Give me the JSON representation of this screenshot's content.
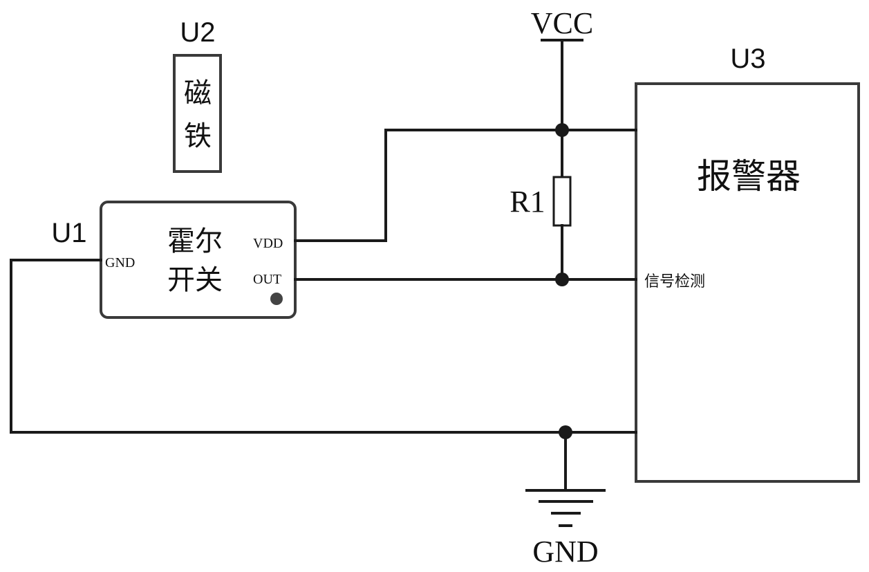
{
  "components": {
    "u1": {
      "ref": "U1",
      "name_line1": "霍尔",
      "name_line2": "开关",
      "pins": {
        "gnd": "GND",
        "vdd": "VDD",
        "out": "OUT"
      }
    },
    "u2": {
      "ref": "U2",
      "char1": "磁",
      "char2": "铁"
    },
    "u3": {
      "ref": "U3",
      "name": "报警器",
      "pin_signal": "信号检测"
    },
    "r1": {
      "ref": "R1"
    }
  },
  "nets": {
    "vcc": "VCC",
    "gnd": "GND"
  },
  "colors": {
    "wire": "#1a1a1a",
    "outline": "#3a3a3a",
    "background": "#ffffff"
  }
}
